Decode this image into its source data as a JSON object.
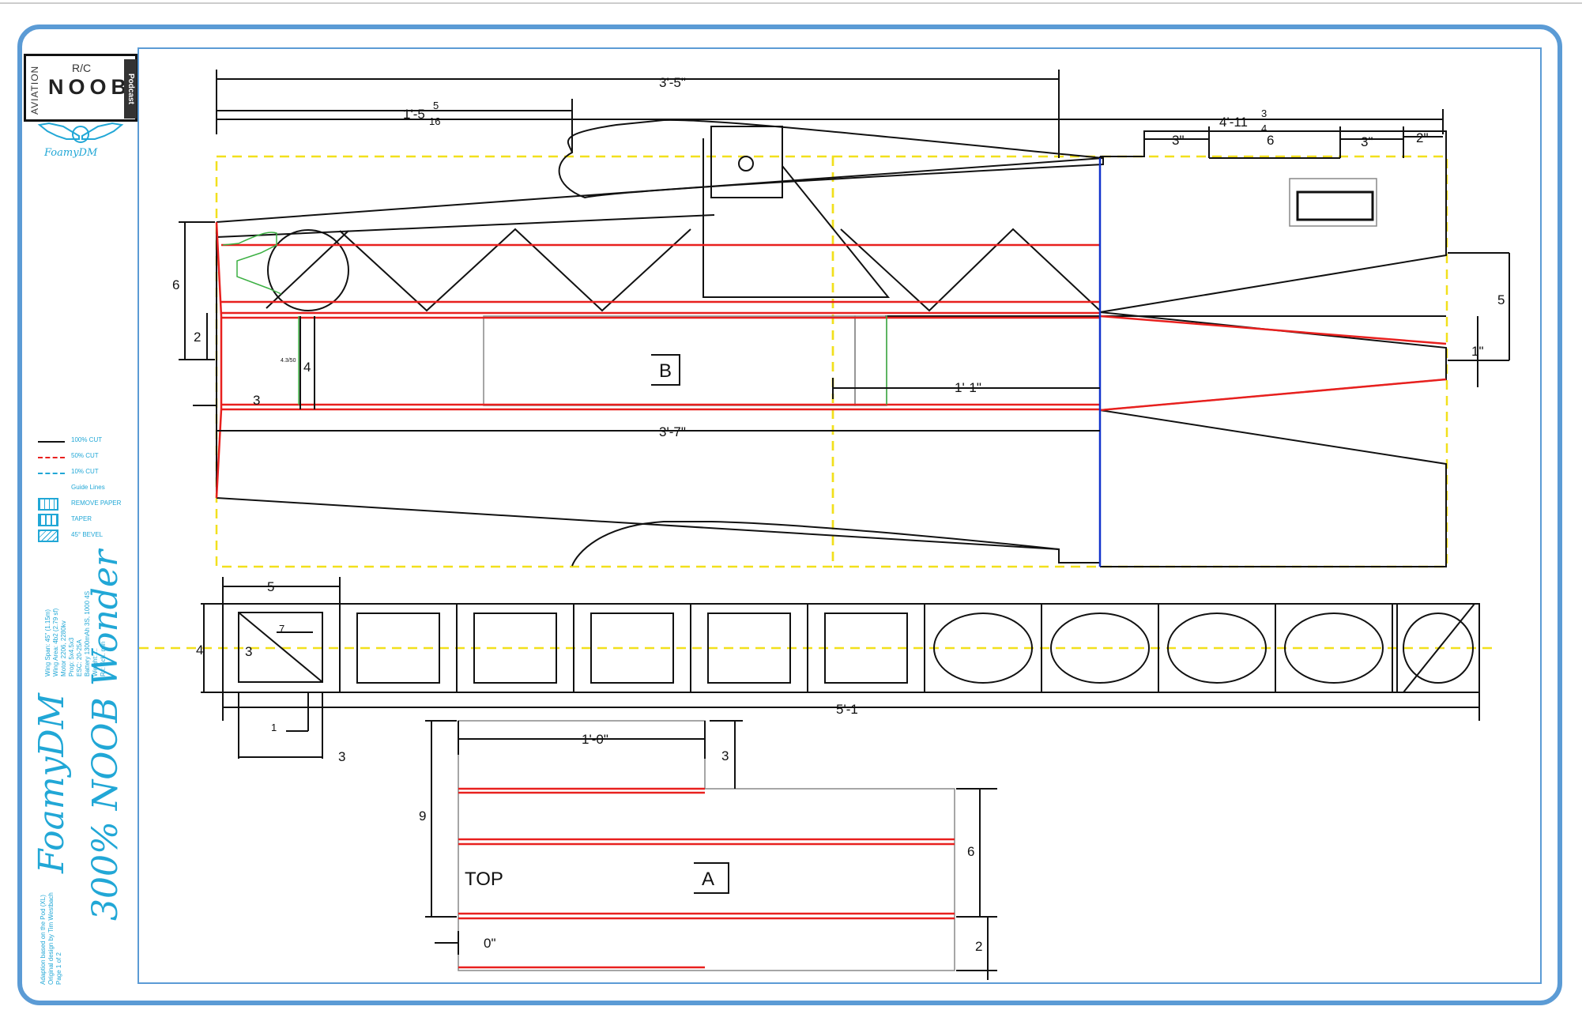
{
  "logo": {
    "aviation": "AVIATION",
    "rc": "R/C",
    "noob": "NOOB",
    "podcast": "Podcast",
    "brand_small": "FoamyDM"
  },
  "legend": [
    {
      "label": "100% CUT",
      "style": "solid",
      "color": "#111111"
    },
    {
      "label": "50% CUT",
      "style": "dashed",
      "color": "#e8201e"
    },
    {
      "label": "10% CUT",
      "style": "dashdot",
      "color": "#21a7d6"
    },
    {
      "label": "Guide Lines",
      "style": "none",
      "color": "#21a7d6"
    },
    {
      "label": "REMOVE PAPER",
      "style": "grid-icon",
      "color": "#21a7d6"
    },
    {
      "label": "TAPER",
      "style": "taper-icon",
      "color": "#21a7d6"
    },
    {
      "label": "45° BEVEL",
      "style": "bevel-icon",
      "color": "#21a7d6"
    }
  ],
  "brand": "FoamyDM",
  "model_title": "300% NOOB Wonder",
  "specs": [
    "Wing Span: 45\" (1.15m)",
    "Wing Area: 4b2 (2.79 sf)",
    "Motor 2206, 2280kv",
    "Prop: 5x4.5x3",
    "ESC: 20-25A",
    "Battery 1300mAh 3S, 1000 4S",
    "Weight: ...",
    "Rx: 4ch. min"
  ],
  "credits": [
    "Adaption based on the Pod (XL)",
    "Original design by Tim Westbach",
    "Page 1 of 2"
  ],
  "dimensions": {
    "d_3_5": "3'-5\"",
    "d_1_5_5_16": "1'-5",
    "d_1_5_5_16_num": "5",
    "d_1_5_5_16_den": "16",
    "d_4_11_3_4": "4'-11",
    "d_4_11_3_4_num": "3",
    "d_4_11_3_4_den": "4",
    "d_3a": "3\"",
    "d_6_3_8": "6",
    "d_3b": "3\"",
    "d_2": "2\"",
    "d_6_11_16": "6",
    "d_2_3_8": "2",
    "d_4_3_4": "4",
    "d_small": "4.3/50",
    "d_3_8": "3",
    "d_5_1_8": "5",
    "d_1": "1\"",
    "d_1_1": "1'-1\"",
    "d_3_7": "3'-7\"",
    "d_5_11_16": "5",
    "d_4_3_8": "4",
    "d_3_3_8": "3",
    "d_7_8": "7",
    "d_1_2": "1",
    "d_5_1_3_16": "5'-1",
    "d_3_15_16": "3",
    "d_1_0": "1'-0\"",
    "d_3_3_8b": "3",
    "d_9_1_2": "9",
    "d_6_1_8": "6",
    "d_0": "0\"",
    "d_2_3_4": "2"
  },
  "part_labels": {
    "b": "B",
    "a": "A",
    "top": "TOP"
  }
}
